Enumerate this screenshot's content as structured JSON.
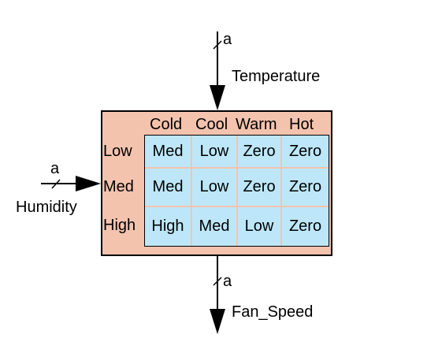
{
  "inputs": {
    "temperature": {
      "label": "Temperature",
      "bus": "a"
    },
    "humidity": {
      "label": "Humidity",
      "bus": "a"
    }
  },
  "output": {
    "label": "Fan_Speed",
    "bus": "a"
  },
  "table": {
    "columns": [
      "Cold",
      "Cool",
      "Warm",
      "Hot"
    ],
    "rows": [
      {
        "label": "Low",
        "cells": [
          "Med",
          "Low",
          "Zero",
          "Zero"
        ]
      },
      {
        "label": "Med",
        "cells": [
          "Med",
          "Low",
          "Zero",
          "Zero"
        ]
      },
      {
        "label": "High",
        "cells": [
          "High",
          "Med",
          "Low",
          "Zero"
        ]
      }
    ]
  },
  "colors": {
    "block_fill": "#f4c3ae",
    "cell_fill": "#bde7f9"
  }
}
